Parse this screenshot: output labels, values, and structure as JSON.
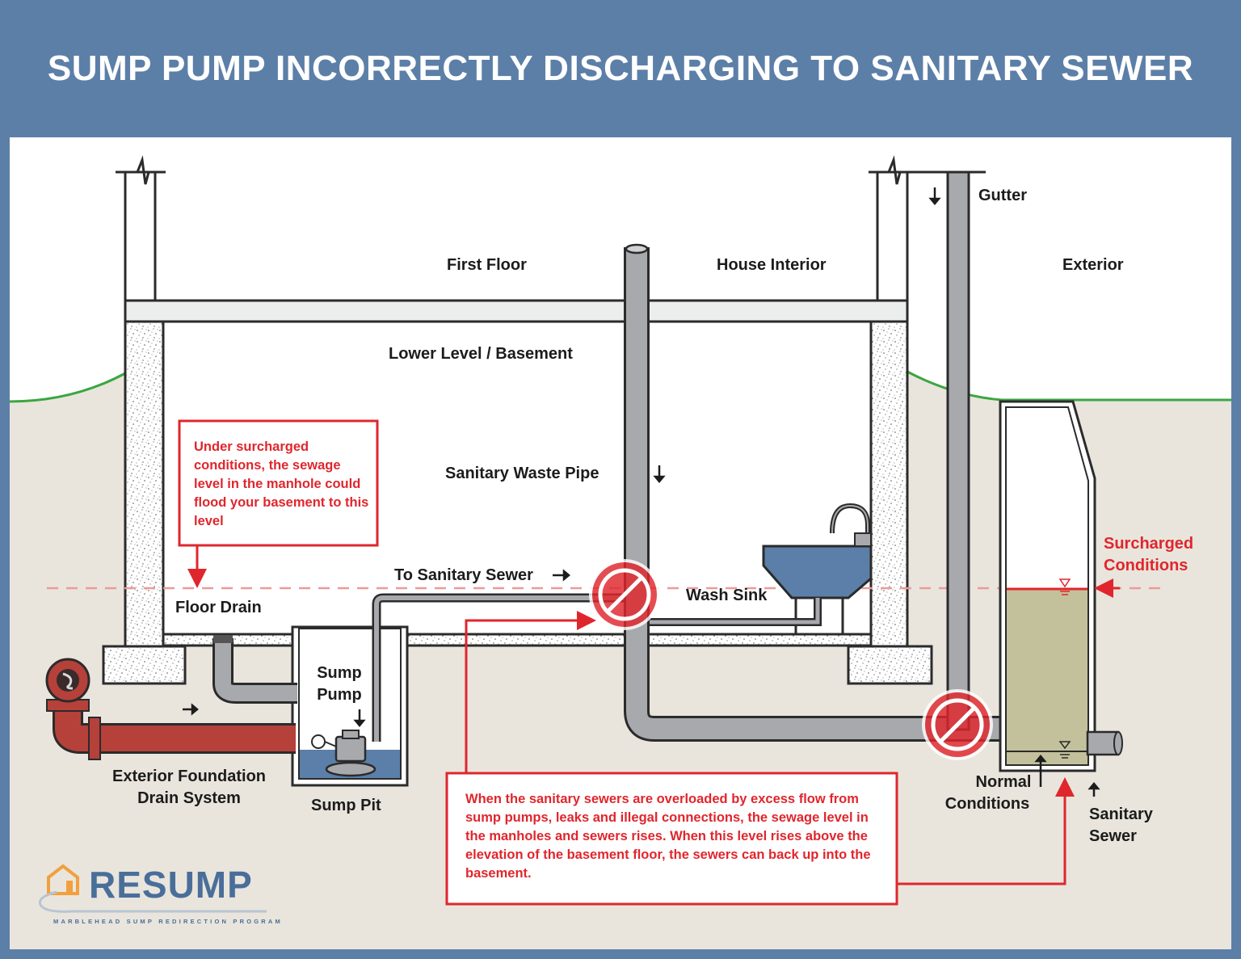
{
  "title": "SUMP PUMP INCORRECTLY DISCHARGING TO SANITARY SEWER",
  "labels": {
    "gutter": "Gutter",
    "first_floor": "First Floor",
    "house_interior": "House Interior",
    "exterior": "Exterior",
    "lower_level": "Lower Level / Basement",
    "sanitary_waste_pipe": "Sanitary Waste Pipe",
    "to_sanitary_sewer": "To Sanitary Sewer",
    "wash_sink": "Wash Sink",
    "floor_drain": "Floor Drain",
    "sump_pump_line1": "Sump",
    "sump_pump_line2": "Pump",
    "sump_pit": "Sump Pit",
    "exterior_foundation_line1": "Exterior Foundation",
    "exterior_foundation_line2": "Drain System",
    "normal_line1": "Normal",
    "normal_line2": "Conditions",
    "sanitary_sewer_line1": "Sanitary",
    "sanitary_sewer_line2": "Sewer",
    "surcharged_line1": "Surcharged",
    "surcharged_line2": "Conditions"
  },
  "notes": {
    "surcharge_warning": "Under surcharged conditions, the sewage level in the manhole could flood your basement to this level",
    "overload_explanation": "When the sanitary sewers are overloaded by excess flow from sump pumps, leaks and illegal connections, the sewage level in the manholes and sewers rises. When this level rises above the elevation of the basement floor, the sewers can back up into the basement."
  },
  "logo": {
    "name": "RESUMP",
    "tagline": "MARBLEHEAD SUMP REDIRECTION PROGRAM"
  },
  "colors": {
    "header_bg": "#5c7fa8",
    "sky": "#ffffff",
    "ground": "#e9e5dc",
    "grass": "#3aa642",
    "pipe_gray": "#a7a9ac",
    "drain_pipe": "#b5413a",
    "alert_red": "#e0262d",
    "water_blue": "#5b7fa8",
    "sewage": "#c3c19b"
  },
  "icons": [
    "prohibited-icon",
    "flow-arrow-icon",
    "water-level-icon",
    "house-icon"
  ]
}
